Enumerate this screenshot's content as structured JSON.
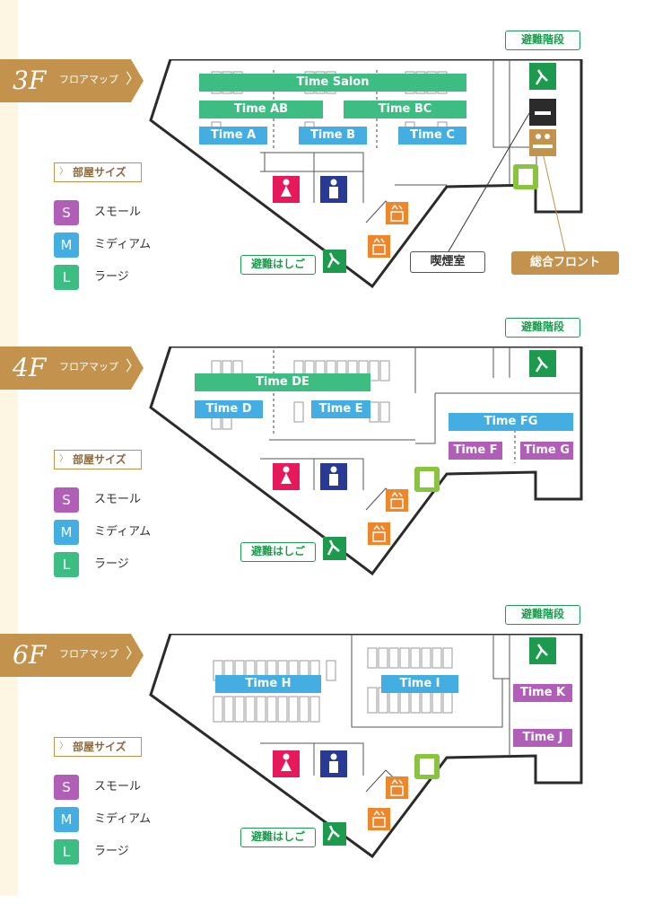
{
  "legend": {
    "title": "部屋サイズ",
    "items": [
      {
        "badge": "S",
        "label": "スモール",
        "color": "#b05eb8"
      },
      {
        "badge": "M",
        "label": "ミディアム",
        "color": "#44aee3"
      },
      {
        "badge": "L",
        "label": "ラージ",
        "color": "#3dbd82"
      }
    ]
  },
  "labels": {
    "floor_map": "フロアマップ",
    "emergency_stairs": "避難階段",
    "emergency_ladder": "避難はしご",
    "smoking_room": "喫煙室",
    "front_desk": "総合フロント"
  },
  "floors": [
    {
      "number": "3F",
      "rooms": [
        {
          "name": "Time Salon",
          "size": "L"
        },
        {
          "name": "Time AB",
          "size": "L"
        },
        {
          "name": "Time BC",
          "size": "L"
        },
        {
          "name": "Time A",
          "size": "M"
        },
        {
          "name": "Time B",
          "size": "M"
        },
        {
          "name": "Time C",
          "size": "M"
        }
      ]
    },
    {
      "number": "4F",
      "rooms": [
        {
          "name": "Time DE",
          "size": "L"
        },
        {
          "name": "Time D",
          "size": "M"
        },
        {
          "name": "Time E",
          "size": "M"
        },
        {
          "name": "Time FG",
          "size": "M"
        },
        {
          "name": "Time F",
          "size": "S"
        },
        {
          "name": "Time G",
          "size": "S"
        }
      ]
    },
    {
      "number": "6F",
      "rooms": [
        {
          "name": "Time H",
          "size": "M"
        },
        {
          "name": "Time I",
          "size": "M"
        },
        {
          "name": "Time K",
          "size": "S"
        },
        {
          "name": "Time J",
          "size": "S"
        }
      ]
    }
  ],
  "colors": {
    "floor_tab": "#c3934e",
    "exit_green": "#1e9a4f",
    "elevator_orange": "#f0862b",
    "vending_green": "#8ac43f",
    "women_red": "#e5195c",
    "men_blue": "#283a94"
  }
}
